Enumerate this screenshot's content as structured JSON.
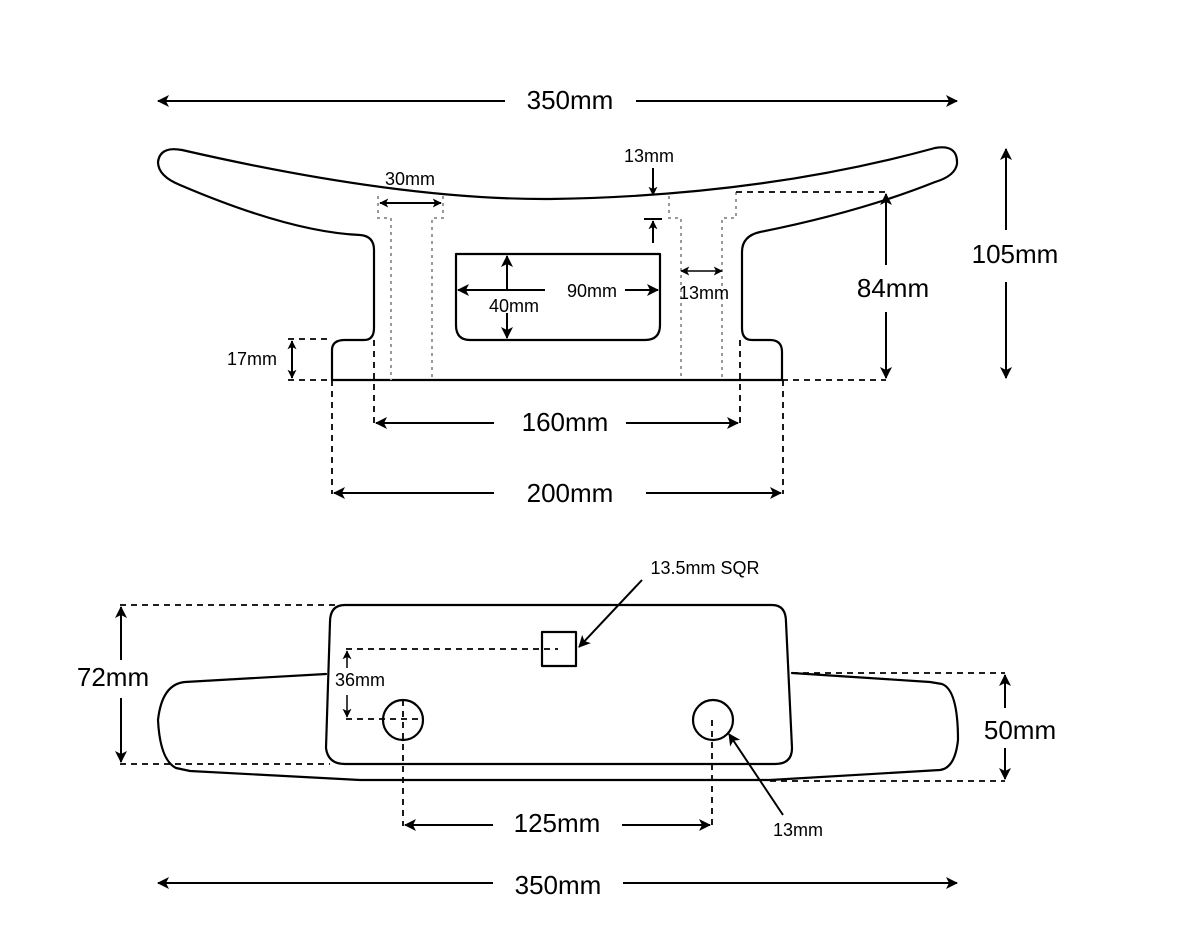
{
  "title": "Cleat dimension drawing",
  "side_view": {
    "overall_length": "350mm",
    "overall_height": "105mm",
    "horn_slot_width": "30mm",
    "top_thickness": "13mm",
    "post_gap": "13mm",
    "window_width": "90mm",
    "window_height": "40mm",
    "height_to_horn": "84mm",
    "base_height": "17mm",
    "post_spacing": "160mm",
    "base_length": "200mm"
  },
  "top_view": {
    "base_width": "72mm",
    "hole_offset": "36mm",
    "square_hole": "13.5mm SQR",
    "horn_width": "50mm",
    "hole_spacing": "125mm",
    "hole_diameter": "13mm",
    "overall_length": "350mm"
  }
}
